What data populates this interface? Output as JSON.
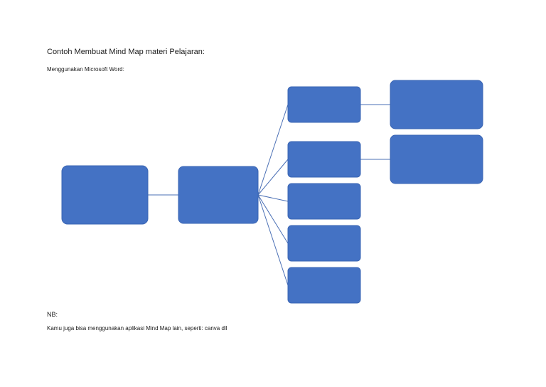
{
  "document": {
    "title": "Contoh Membuat Mind Map materi Pelajaran:",
    "subtitle": "Menggunakan Microsoft Word:",
    "nb_label": "NB:",
    "nb_text": "Kamu juga bisa menggunakan aplikasi Mind Map lain, seperti: canva dll"
  },
  "mindmap": {
    "node_color": "#4472c4",
    "line_color": "#4a6fb5",
    "node_count": 9
  }
}
